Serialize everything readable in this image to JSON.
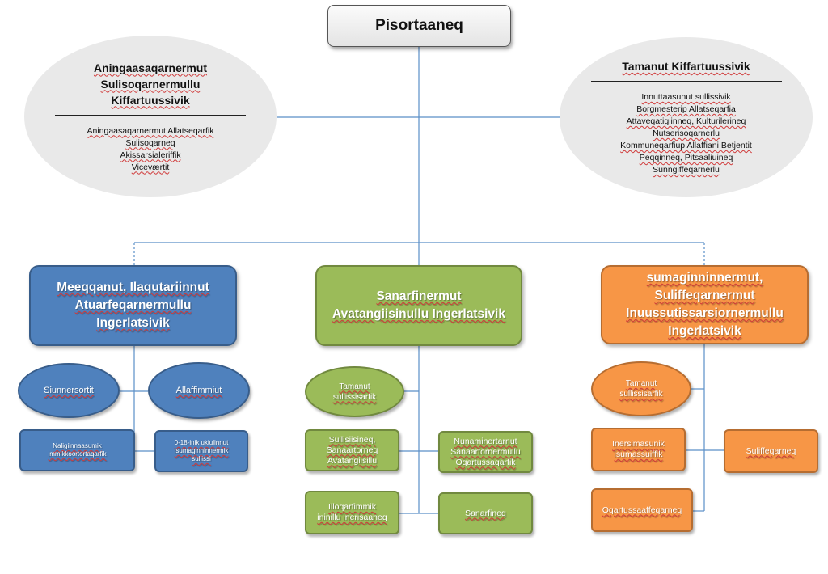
{
  "top": {
    "title": "Pisortaaneq"
  },
  "left_ellipse": {
    "title": [
      "Aningaasaqarnermut",
      "Sulisoqarnermullu",
      "Kiffartuussivik"
    ],
    "items": [
      "Aningaasaqarnermut Allatseqarfik",
      "Sulisoqarneq",
      "Akissarsialeriffik",
      "Viceværtit"
    ]
  },
  "right_ellipse": {
    "title": [
      "Tamanut Kiffartuussivik"
    ],
    "items": [
      "Innuttaasunut sullissivik",
      "Borgmesterip Allatseqarfia",
      "Attaveqatigiinneq, Kulturilerineq",
      "Nutserisoqarnerlu",
      "Kommuneqarfiup Allaffiani Betjentit",
      "Peqqinneq, Pitsaaliuineq",
      "Sunngiffeqarnerlu"
    ]
  },
  "blue": {
    "title": [
      "Meeqqanut, Ilaqutariinnut",
      "Atuarfeqarnermullu",
      "Ingerlatsivik"
    ],
    "children": {
      "ell1": [
        "Siunnersortit"
      ],
      "ell2": [
        "Allaffimmiut"
      ],
      "rect1": [
        "Naligiinnaasumik",
        "immikkoortortaqarfik"
      ],
      "rect2": [
        "0-18-inik ukiulinnut",
        "isumaginninnermik",
        "sullissi"
      ]
    }
  },
  "green": {
    "title": [
      "Sanarfinermut",
      "Avatangiisinullu Ingerlatsivik"
    ],
    "children": {
      "ell": [
        "Tamanut",
        "sullissisarfik"
      ],
      "rect1": [
        "Sullisiisineq,",
        "Sanaartorneq",
        "Avatangiisillu"
      ],
      "rect2": [
        "Nunaminertarnut",
        "Sanaartornermullu",
        "Oqartussaqarfik"
      ],
      "rect3": [
        "Illoqarfimmik",
        "ininillu inerisaaneq"
      ],
      "rect4": [
        "Sanarfineq"
      ]
    }
  },
  "orange": {
    "title": [
      "sumaginninnermut,",
      "Suliffeqarnermut",
      "Inuussutissarsiornermullu",
      "Ingerlatsivik"
    ],
    "children": {
      "ell": [
        "Tamanut",
        "sullissisarfik"
      ],
      "rect1": [
        "Inersimasunik",
        "isumassuiffik"
      ],
      "rect2": [
        "Suliffeqarneq"
      ],
      "rect3": [
        "Oqartussaaffeqarneq"
      ]
    }
  },
  "colors": {
    "blue": "#4f81bd",
    "green": "#9bbb59",
    "orange": "#f79646",
    "grey": "#e9e9e9",
    "connector": "#4f81bd"
  }
}
